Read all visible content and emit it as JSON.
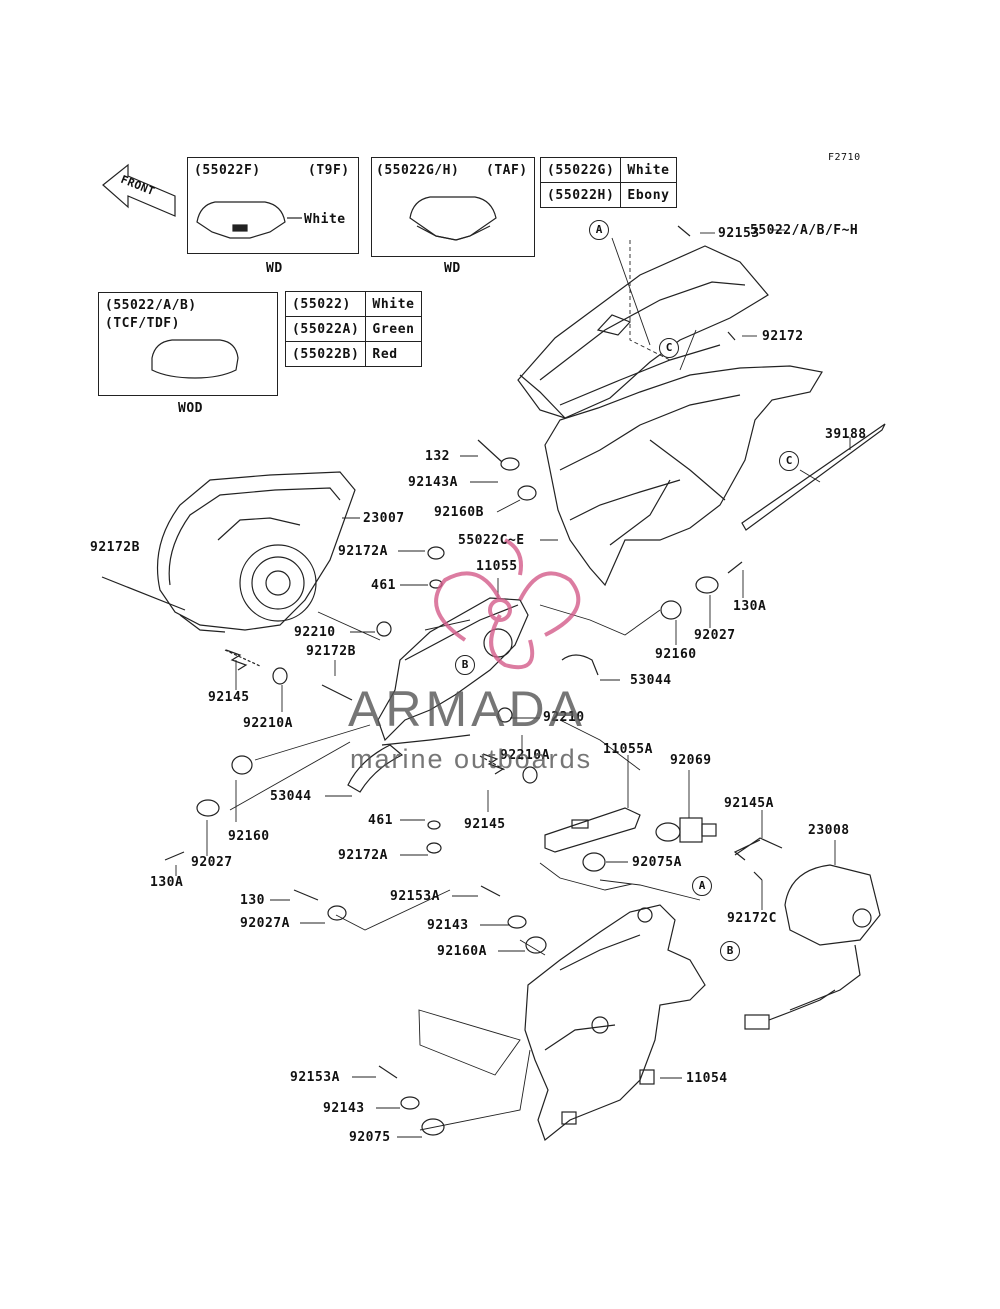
{
  "figure_code": "F2710",
  "front_label": "FRONT",
  "watermark": {
    "brand": "ARMADA",
    "tagline": "marine outboards"
  },
  "inset_t9f": {
    "part": "(55022F)",
    "model": "(T9F)",
    "color_note": "White",
    "caption": "WD"
  },
  "inset_taf": {
    "part": "(55022G/H)",
    "model": "(TAF)",
    "caption": "WD"
  },
  "table_gh": [
    {
      "part": "(55022G)",
      "color": "White"
    },
    {
      "part": "(55022H)",
      "color": "Ebony"
    }
  ],
  "inset_tcf": {
    "part": "(55022/A/B)",
    "model": "(TCF/TDF)",
    "caption": "WOD"
  },
  "table_ab": [
    {
      "part": "(55022)",
      "color": "White"
    },
    {
      "part": "(55022A)",
      "color": "Green"
    },
    {
      "part": "(55022B)",
      "color": "Red"
    }
  ],
  "callouts": {
    "a": "A",
    "b": "B",
    "c": "C"
  },
  "labels": {
    "p92153": "92153",
    "p55022": "55022/A/B/F~H",
    "p92172": "92172",
    "p39188": "39188",
    "p132": "132",
    "p92143A": "92143A",
    "p92160B": "92160B",
    "p55022C": "55022C~E",
    "p23007": "23007",
    "p92172B_left": "92172B",
    "p92172A_top": "92172A",
    "p461_top": "461",
    "p11055": "11055",
    "p130A_right": "130A",
    "p92027_right": "92027",
    "p92160_right": "92160",
    "p92210_left": "92210",
    "p92172B_mid": "92172B",
    "p53044_right": "53044",
    "p92145_left": "92145",
    "p92210A_left": "92210A",
    "p92210_mid": "92210",
    "p92210A_mid": "92210A",
    "p11055A": "11055A",
    "p92069": "92069",
    "p53044_left": "53044",
    "p92160_left": "92160",
    "p461_bot": "461",
    "p92145_mid": "92145",
    "p92145A": "92145A",
    "p23008": "23008",
    "p92027_left": "92027",
    "p130A_left": "130A",
    "p92172A_bot": "92172A",
    "p92075A": "92075A",
    "p130": "130",
    "p92153A_mid": "92153A",
    "p92027A": "92027A",
    "p92143_mid": "92143",
    "p92160A": "92160A",
    "p92172C": "92172C",
    "p11054": "11054",
    "p92153A_bot": "92153A",
    "p92143_bot": "92143",
    "p92075": "92075"
  }
}
